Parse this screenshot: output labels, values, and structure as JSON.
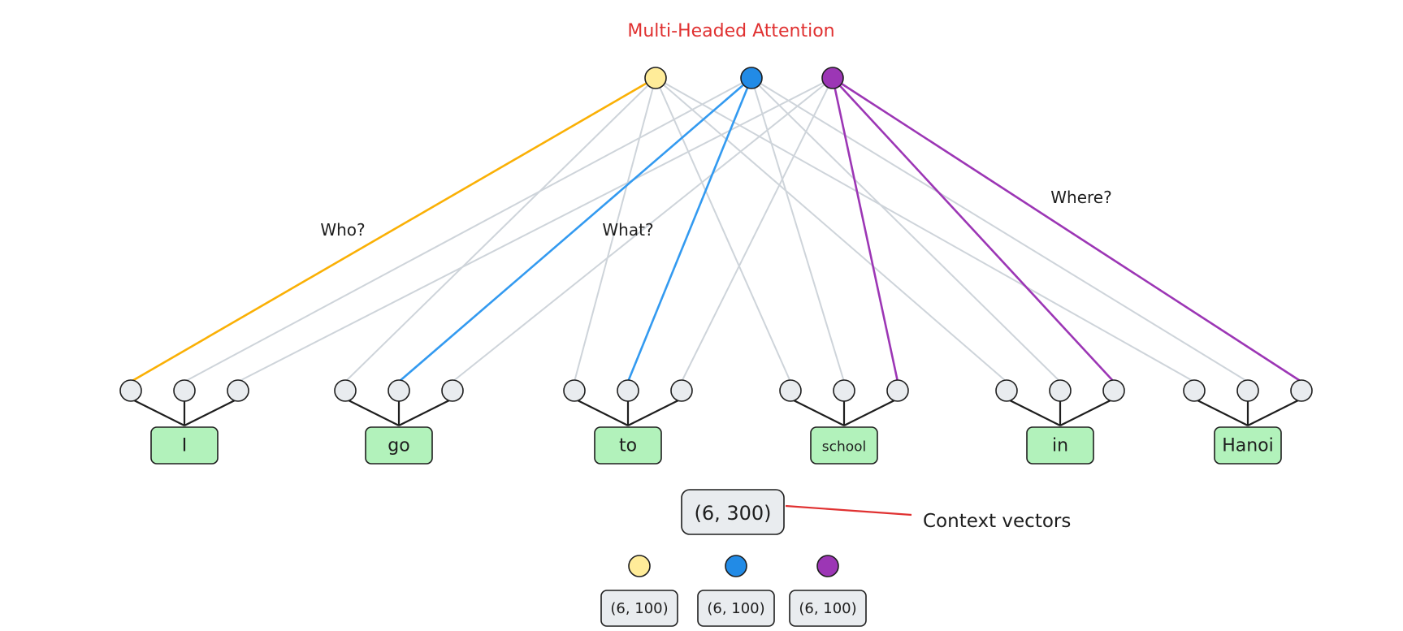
{
  "title": "Multi-Headed Attention",
  "colors": {
    "head_1": "#ffec99",
    "head_2": "#228be6",
    "head_3": "#9c36b5",
    "line_1": "#fab005",
    "line_2": "#339af0",
    "line_3": "#9c36b5",
    "gray_line": "#ced4da",
    "node_fill": "#e9ecef",
    "word_fill": "#b2f2bb",
    "box_fill": "#e9ecef",
    "title_color": "#e03131",
    "pointer_color": "#e03131"
  },
  "heads": [
    {
      "name": "head-1",
      "color_key": "head_1"
    },
    {
      "name": "head-2",
      "color_key": "head_2"
    },
    {
      "name": "head-3",
      "color_key": "head_3"
    }
  ],
  "questions": [
    "Who?",
    "What?",
    "Where?"
  ],
  "words": [
    "I",
    "go",
    "to",
    "school",
    "in",
    "Hanoi"
  ],
  "highlighted_links": [
    {
      "head": 0,
      "word": 0,
      "node": 0
    },
    {
      "head": 1,
      "word": 1,
      "node": 1
    },
    {
      "head": 1,
      "word": 2,
      "node": 1
    },
    {
      "head": 2,
      "word": 3,
      "node": 2
    },
    {
      "head": 2,
      "word": 4,
      "node": 2
    },
    {
      "head": 2,
      "word": 5,
      "node": 2
    }
  ],
  "context": {
    "shape": "(6, 300)",
    "label": "Context vectors"
  },
  "head_outputs": [
    "(6, 100)",
    "(6, 100)",
    "(6, 100)"
  ]
}
